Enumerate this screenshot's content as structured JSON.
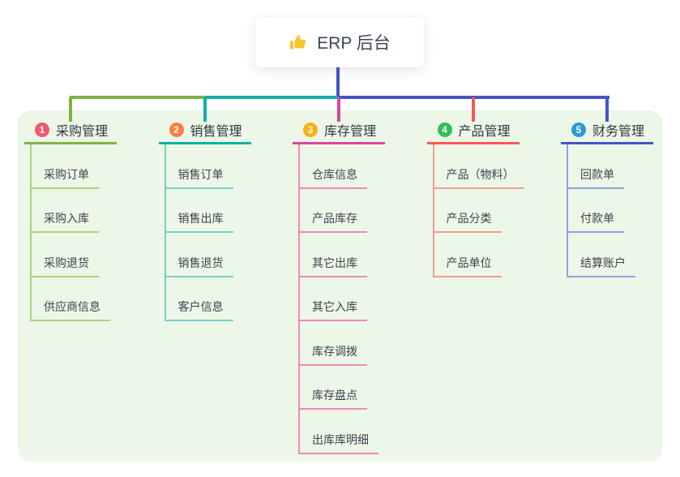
{
  "root": {
    "title": "ERP 后台",
    "icon": "thumbs-up",
    "icon_color": "#f7c32e"
  },
  "colors": {
    "page_background": "#ffffff",
    "panel_background": "#ecf7e7",
    "root_line": "#4355c5",
    "title_text": "#3d4657",
    "header_text": "#2f3640",
    "child_text": "#3d434d"
  },
  "connector": {
    "bus_segments": [
      {
        "name": "bus-left",
        "color": "#7db544"
      },
      {
        "name": "bus-middle",
        "color": "#13b0a8"
      },
      {
        "name": "bus-right",
        "color": "#4355c5"
      }
    ]
  },
  "branches": [
    {
      "badge": "1",
      "badge_color": "#f4586e",
      "line_color": "#7db544",
      "child_line_color": "#a9d37e",
      "label": "采购管理",
      "children": [
        "采购订单",
        "采购入库",
        "采购退货",
        "供应商信息"
      ]
    },
    {
      "badge": "2",
      "badge_color": "#f87e43",
      "line_color": "#13b0a8",
      "child_line_color": "#74cfc9",
      "label": "销售管理",
      "children": [
        "销售订单",
        "销售出库",
        "销售退货",
        "客户信息"
      ]
    },
    {
      "badge": "3",
      "badge_color": "#fbb013",
      "line_color": "#d8479e",
      "child_line_color": "#f088bd",
      "label": "库存管理",
      "children": [
        "仓库信息",
        "产品库存",
        "其它出库",
        "其它入库",
        "库存调拨",
        "库存盘点",
        "出库库明细"
      ]
    },
    {
      "badge": "4",
      "badge_color": "#30bf57",
      "line_color": "#f25a5a",
      "child_line_color": "#f59a94",
      "label": "产品管理",
      "children": [
        "产品（物料）",
        "产品分类",
        "产品单位"
      ]
    },
    {
      "badge": "5",
      "badge_color": "#2b9ad8",
      "line_color": "#4355c5",
      "child_line_color": "#8ea2e2",
      "label": "财务管理",
      "children": [
        "回款单",
        "付款单",
        "结算账户"
      ]
    }
  ]
}
